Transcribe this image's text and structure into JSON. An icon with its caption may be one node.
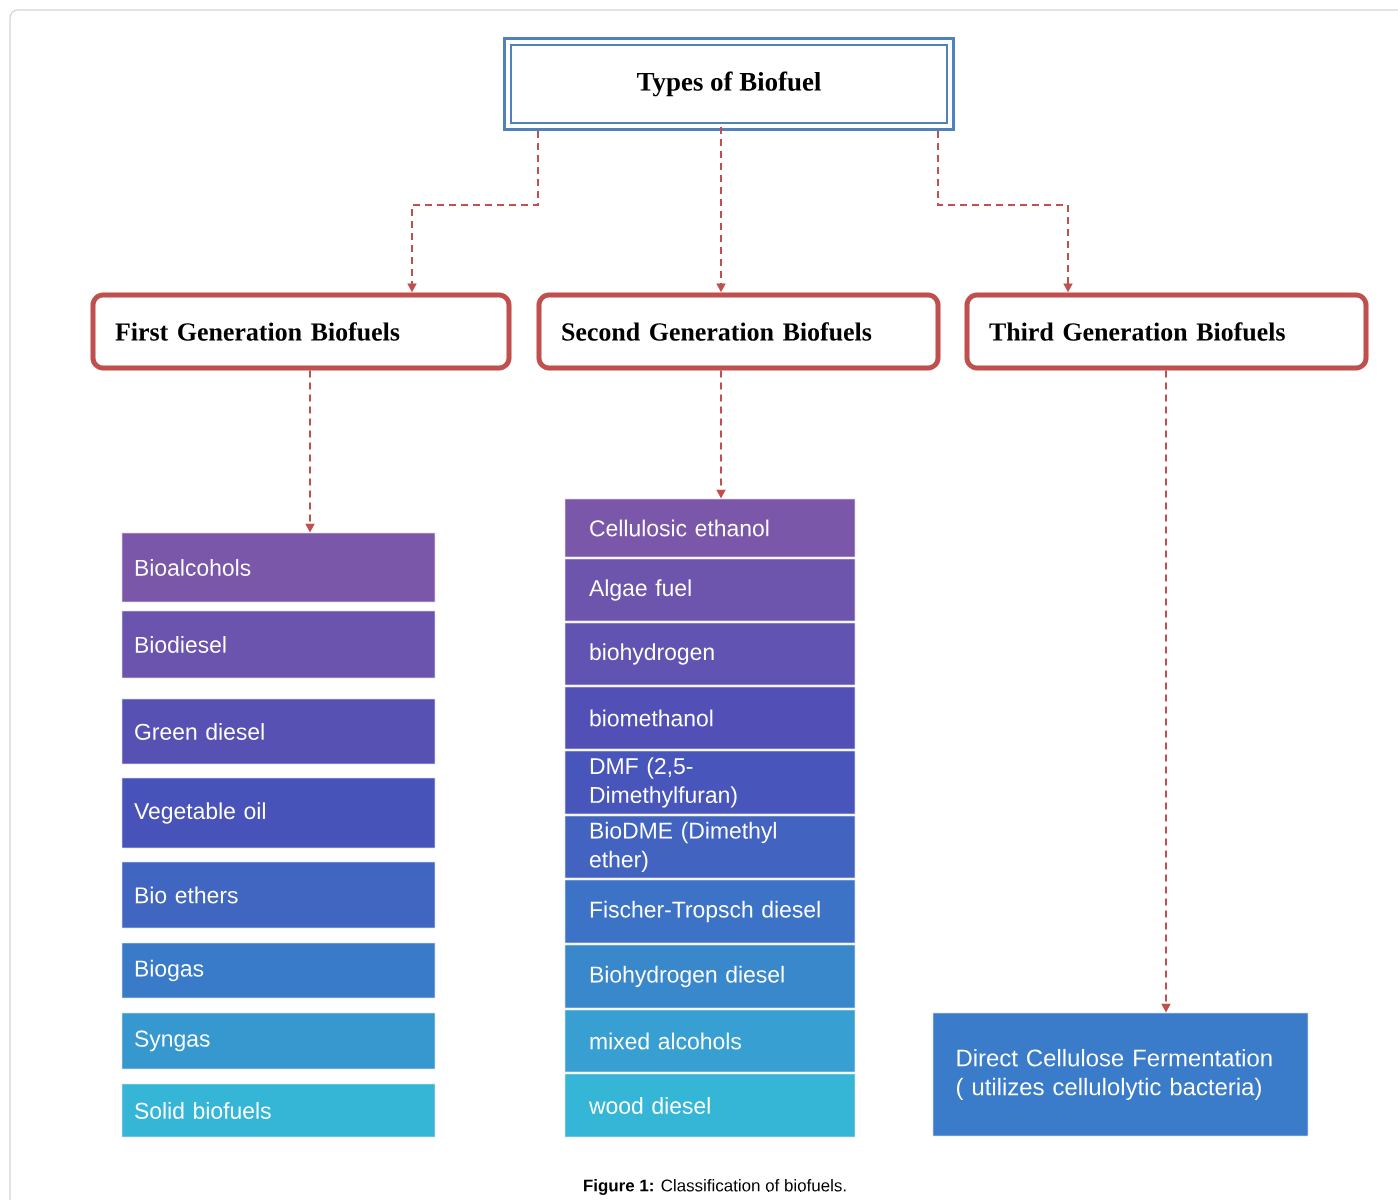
{
  "diagram": {
    "caption": "**Figure 1:** Classification of biofuels.",
    "nodes": [
      {
        "text": [
          "Types of Biofuel"
        ]
      },
      {
        "text": [
          "First Generation Biofuels"
        ]
      },
      {
        "text": [
          "Second Generation Biofuels"
        ]
      },
      {
        "text": [
          "Third Generation Biofuels"
        ]
      },
      {
        "text": [
          "Bioalcohols"
        ]
      },
      {
        "text": [
          "Biodiesel"
        ]
      },
      {
        "text": [
          "Green diesel"
        ]
      },
      {
        "text": [
          "Vegetable oil"
        ]
      },
      {
        "text": [
          "Bio ethers"
        ]
      },
      {
        "text": [
          "Biogas"
        ]
      },
      {
        "text": [
          "Syngas"
        ]
      },
      {
        "text": [
          "Solid biofuels"
        ]
      },
      {
        "text": [
          "Cellulosic ethanol"
        ]
      },
      {
        "text": [
          "Algae fuel"
        ]
      },
      {
        "text": [
          "biohydrogen"
        ]
      },
      {
        "text": [
          "biomethanol"
        ]
      },
      {
        "text": [
          "DMF (2,5- Dimethylfuran)"
        ]
      },
      {
        "text": [
          "BioDME (Dimethyl ether)"
        ]
      },
      {
        "text": [
          "Fischer-Tropsch diesel"
        ]
      },
      {
        "text": [
          "Biohydrogen diesel"
        ]
      },
      {
        "text": [
          "mixed alcohols"
        ]
      },
      {
        "text": [
          "wood diesel"
        ]
      },
      {
        "text": [
          "Direct Cellulose Fermentation ( utilizes cellulolytic bacteria)"
        ]
      }
    ],
    "edges": [
      {
        "from": 0,
        "to": 1,
        "arrow": "to",
        "style": "dashed"
      },
      {
        "from": 0,
        "to": 2,
        "arrow": "to",
        "style": "dashed"
      },
      {
        "from": 0,
        "to": 3,
        "arrow": "to",
        "style": "dashed"
      },
      {
        "from": 1,
        "to": 4,
        "arrow": "to",
        "style": "dashed"
      },
      {
        "from": 2,
        "to": 12,
        "arrow": "to",
        "style": "dashed"
      },
      {
        "from": 3,
        "to": 22,
        "arrow": "to",
        "style": "dashed"
      }
    ]
  }
}
